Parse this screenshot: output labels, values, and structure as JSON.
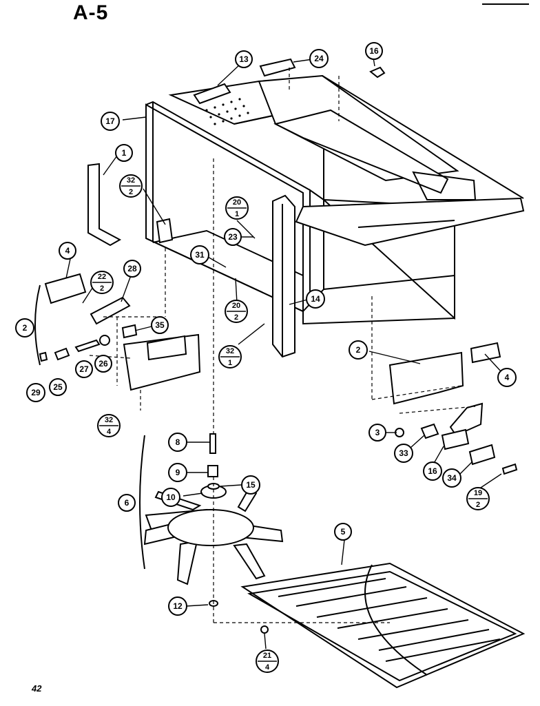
{
  "page": {
    "title": "A-5",
    "number": "42"
  },
  "callouts": [
    {
      "id": "c1",
      "label": "1"
    },
    {
      "id": "c2a",
      "label": "2"
    },
    {
      "id": "c2b",
      "label": "2"
    },
    {
      "id": "c3",
      "label": "3"
    },
    {
      "id": "c4a",
      "label": "4"
    },
    {
      "id": "c4b",
      "label": "4"
    },
    {
      "id": "c5",
      "label": "5"
    },
    {
      "id": "c6",
      "label": "6"
    },
    {
      "id": "c8",
      "label": "8"
    },
    {
      "id": "c9",
      "label": "9"
    },
    {
      "id": "c10",
      "label": "10"
    },
    {
      "id": "c12",
      "label": "12"
    },
    {
      "id": "c13",
      "label": "13"
    },
    {
      "id": "c14",
      "label": "14"
    },
    {
      "id": "c15",
      "label": "15"
    },
    {
      "id": "c16a",
      "label": "16"
    },
    {
      "id": "c16b",
      "label": "16"
    },
    {
      "id": "c17",
      "label": "17"
    },
    {
      "id": "c23",
      "label": "23"
    },
    {
      "id": "c24",
      "label": "24"
    },
    {
      "id": "c25",
      "label": "25"
    },
    {
      "id": "c26",
      "label": "26"
    },
    {
      "id": "c27",
      "label": "27"
    },
    {
      "id": "c28",
      "label": "28"
    },
    {
      "id": "c29",
      "label": "29"
    },
    {
      "id": "c31",
      "label": "31"
    },
    {
      "id": "c33",
      "label": "33"
    },
    {
      "id": "c34",
      "label": "34"
    },
    {
      "id": "c35",
      "label": "35"
    }
  ],
  "split_callouts": [
    {
      "id": "s32_2",
      "top": "32",
      "bottom": "2"
    },
    {
      "id": "s20_1",
      "top": "20",
      "bottom": "1"
    },
    {
      "id": "s22_2",
      "top": "22",
      "bottom": "2"
    },
    {
      "id": "s20_2",
      "top": "20",
      "bottom": "2"
    },
    {
      "id": "s32_1",
      "top": "32",
      "bottom": "1"
    },
    {
      "id": "s32_4",
      "top": "32",
      "bottom": "4"
    },
    {
      "id": "s19_2",
      "top": "19",
      "bottom": "2"
    },
    {
      "id": "s21_4",
      "top": "21",
      "bottom": "4"
    }
  ]
}
